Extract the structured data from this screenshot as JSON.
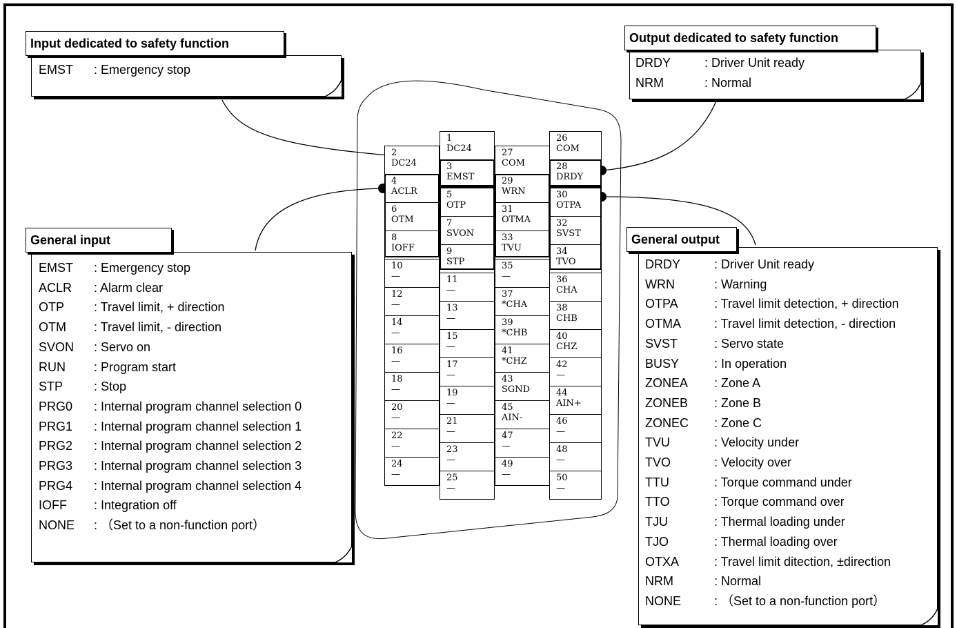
{
  "input_safety": {
    "title": "Input dedicated to safety function",
    "rows": [
      [
        "EMST",
        ": Emergency stop"
      ]
    ]
  },
  "output_safety": {
    "title": "Output dedicated to safety function",
    "rows": [
      [
        "DRDY",
        ": Driver Unit ready"
      ],
      [
        "NRM",
        ": Normal"
      ]
    ]
  },
  "general_input": {
    "title": "General input",
    "rows": [
      [
        "EMST",
        ": Emergency stop"
      ],
      [
        "ACLR",
        ": Alarm clear"
      ],
      [
        "OTP",
        ": Travel limit, + direction"
      ],
      [
        "OTM",
        ": Travel limit, - direction"
      ],
      [
        "SVON",
        ": Servo on"
      ],
      [
        "RUN",
        ": Program start"
      ],
      [
        "STP",
        ": Stop"
      ],
      [
        "PRG0",
        ": Internal program channel selection 0"
      ],
      [
        "PRG1",
        ": Internal program channel selection 1"
      ],
      [
        "PRG2",
        ": Internal program channel selection 2"
      ],
      [
        "PRG3",
        ": Internal program channel selection 3"
      ],
      [
        "PRG4",
        ": Internal program channel selection 4"
      ],
      [
        "IOFF",
        ": Integration off"
      ],
      [
        "NONE",
        ": （Set to a non-function port）"
      ]
    ]
  },
  "general_output": {
    "title": "General output",
    "rows": [
      [
        "DRDY",
        ": Driver Unit ready"
      ],
      [
        "WRN",
        ": Warning"
      ],
      [
        "OTPA",
        ": Travel limit detection, + direction"
      ],
      [
        "OTMA",
        ": Travel limit detection, - direction"
      ],
      [
        "SVST",
        ": Servo state"
      ],
      [
        "BUSY",
        ": In operation"
      ],
      [
        "ZONEA",
        ": Zone A"
      ],
      [
        "ZONEB",
        ": Zone B"
      ],
      [
        "ZONEC",
        ": Zone C"
      ],
      [
        "TVU",
        ": Velocity under"
      ],
      [
        "TVO",
        ": Velocity over"
      ],
      [
        "TTU",
        ": Torque command under"
      ],
      [
        "TTO",
        ": Torque command over"
      ],
      [
        "TJU",
        ": Thermal loading under"
      ],
      [
        "TJO",
        ": Thermal loading over"
      ],
      [
        "OTXA",
        ": Travel limit ditection, ±direction"
      ],
      [
        "NRM",
        ": Normal"
      ],
      [
        "NONE",
        ": （Set to a non-function port）"
      ]
    ]
  },
  "connector": {
    "col1": [
      [
        "2",
        "DC24"
      ],
      [
        "4",
        "ACLR"
      ],
      [
        "6",
        "OTM"
      ],
      [
        "8",
        "IOFF"
      ],
      [
        "10",
        "—"
      ],
      [
        "12",
        "—"
      ],
      [
        "14",
        "—"
      ],
      [
        "16",
        "—"
      ],
      [
        "18",
        "—"
      ],
      [
        "20",
        "—"
      ],
      [
        "22",
        "—"
      ],
      [
        "24",
        "—"
      ]
    ],
    "col2": [
      [
        "1",
        "DC24"
      ],
      [
        "3",
        "EMST"
      ],
      [
        "5",
        "OTP"
      ],
      [
        "7",
        "SVON"
      ],
      [
        "9",
        "STP"
      ],
      [
        "11",
        "—"
      ],
      [
        "13",
        "—"
      ],
      [
        "15",
        "—"
      ],
      [
        "17",
        "—"
      ],
      [
        "19",
        "—"
      ],
      [
        "21",
        "—"
      ],
      [
        "23",
        "—"
      ],
      [
        "25",
        "—"
      ]
    ],
    "col3": [
      [
        "27",
        "COM"
      ],
      [
        "29",
        "WRN"
      ],
      [
        "31",
        "OTMA"
      ],
      [
        "33",
        "TVU"
      ],
      [
        "35",
        "—"
      ],
      [
        "37",
        "*CHA"
      ],
      [
        "39",
        "*CHB"
      ],
      [
        "41",
        "*CHZ"
      ],
      [
        "43",
        "SGND"
      ],
      [
        "45",
        "AIN-"
      ],
      [
        "47",
        "—"
      ],
      [
        "49",
        "—"
      ]
    ],
    "col4": [
      [
        "26",
        "COM"
      ],
      [
        "28",
        "DRDY"
      ],
      [
        "30",
        "OTPA"
      ],
      [
        "32",
        "SVST"
      ],
      [
        "34",
        "TVO"
      ],
      [
        "36",
        "CHA"
      ],
      [
        "38",
        "CHB"
      ],
      [
        "40",
        "CHZ"
      ],
      [
        "42",
        "—"
      ],
      [
        "44",
        "AIN+"
      ],
      [
        "46",
        "—"
      ],
      [
        "48",
        "—"
      ],
      [
        "50",
        "—"
      ]
    ]
  }
}
